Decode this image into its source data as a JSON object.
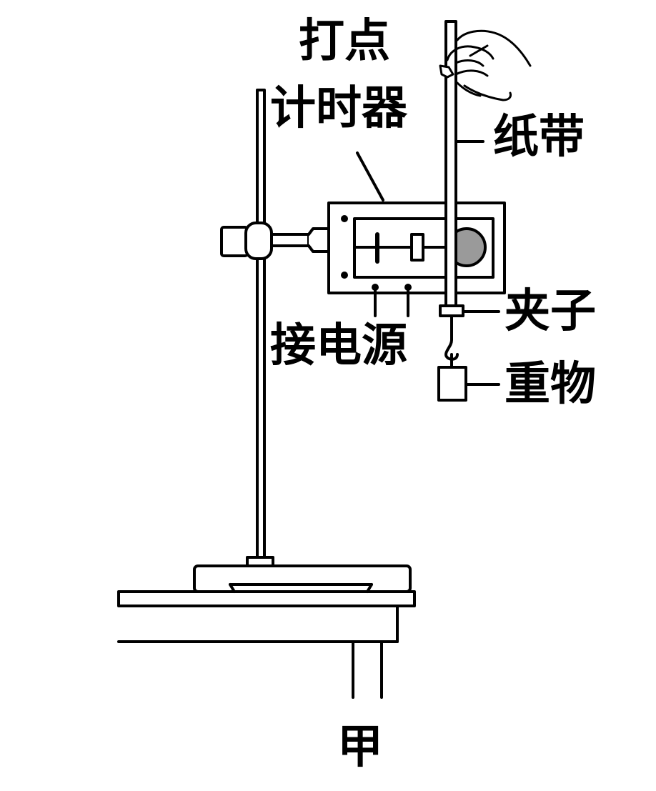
{
  "labels": {
    "timer_line1": "打点",
    "timer_line2": "计时器",
    "tape": "纸带",
    "power": "接电源",
    "clip": "夹子",
    "weight": "重物",
    "caption": "甲"
  },
  "colors": {
    "stroke": "#000000",
    "background": "#ffffff",
    "disk_fill": "#9a9a9a"
  },
  "icons": [
    "hand-icon"
  ]
}
